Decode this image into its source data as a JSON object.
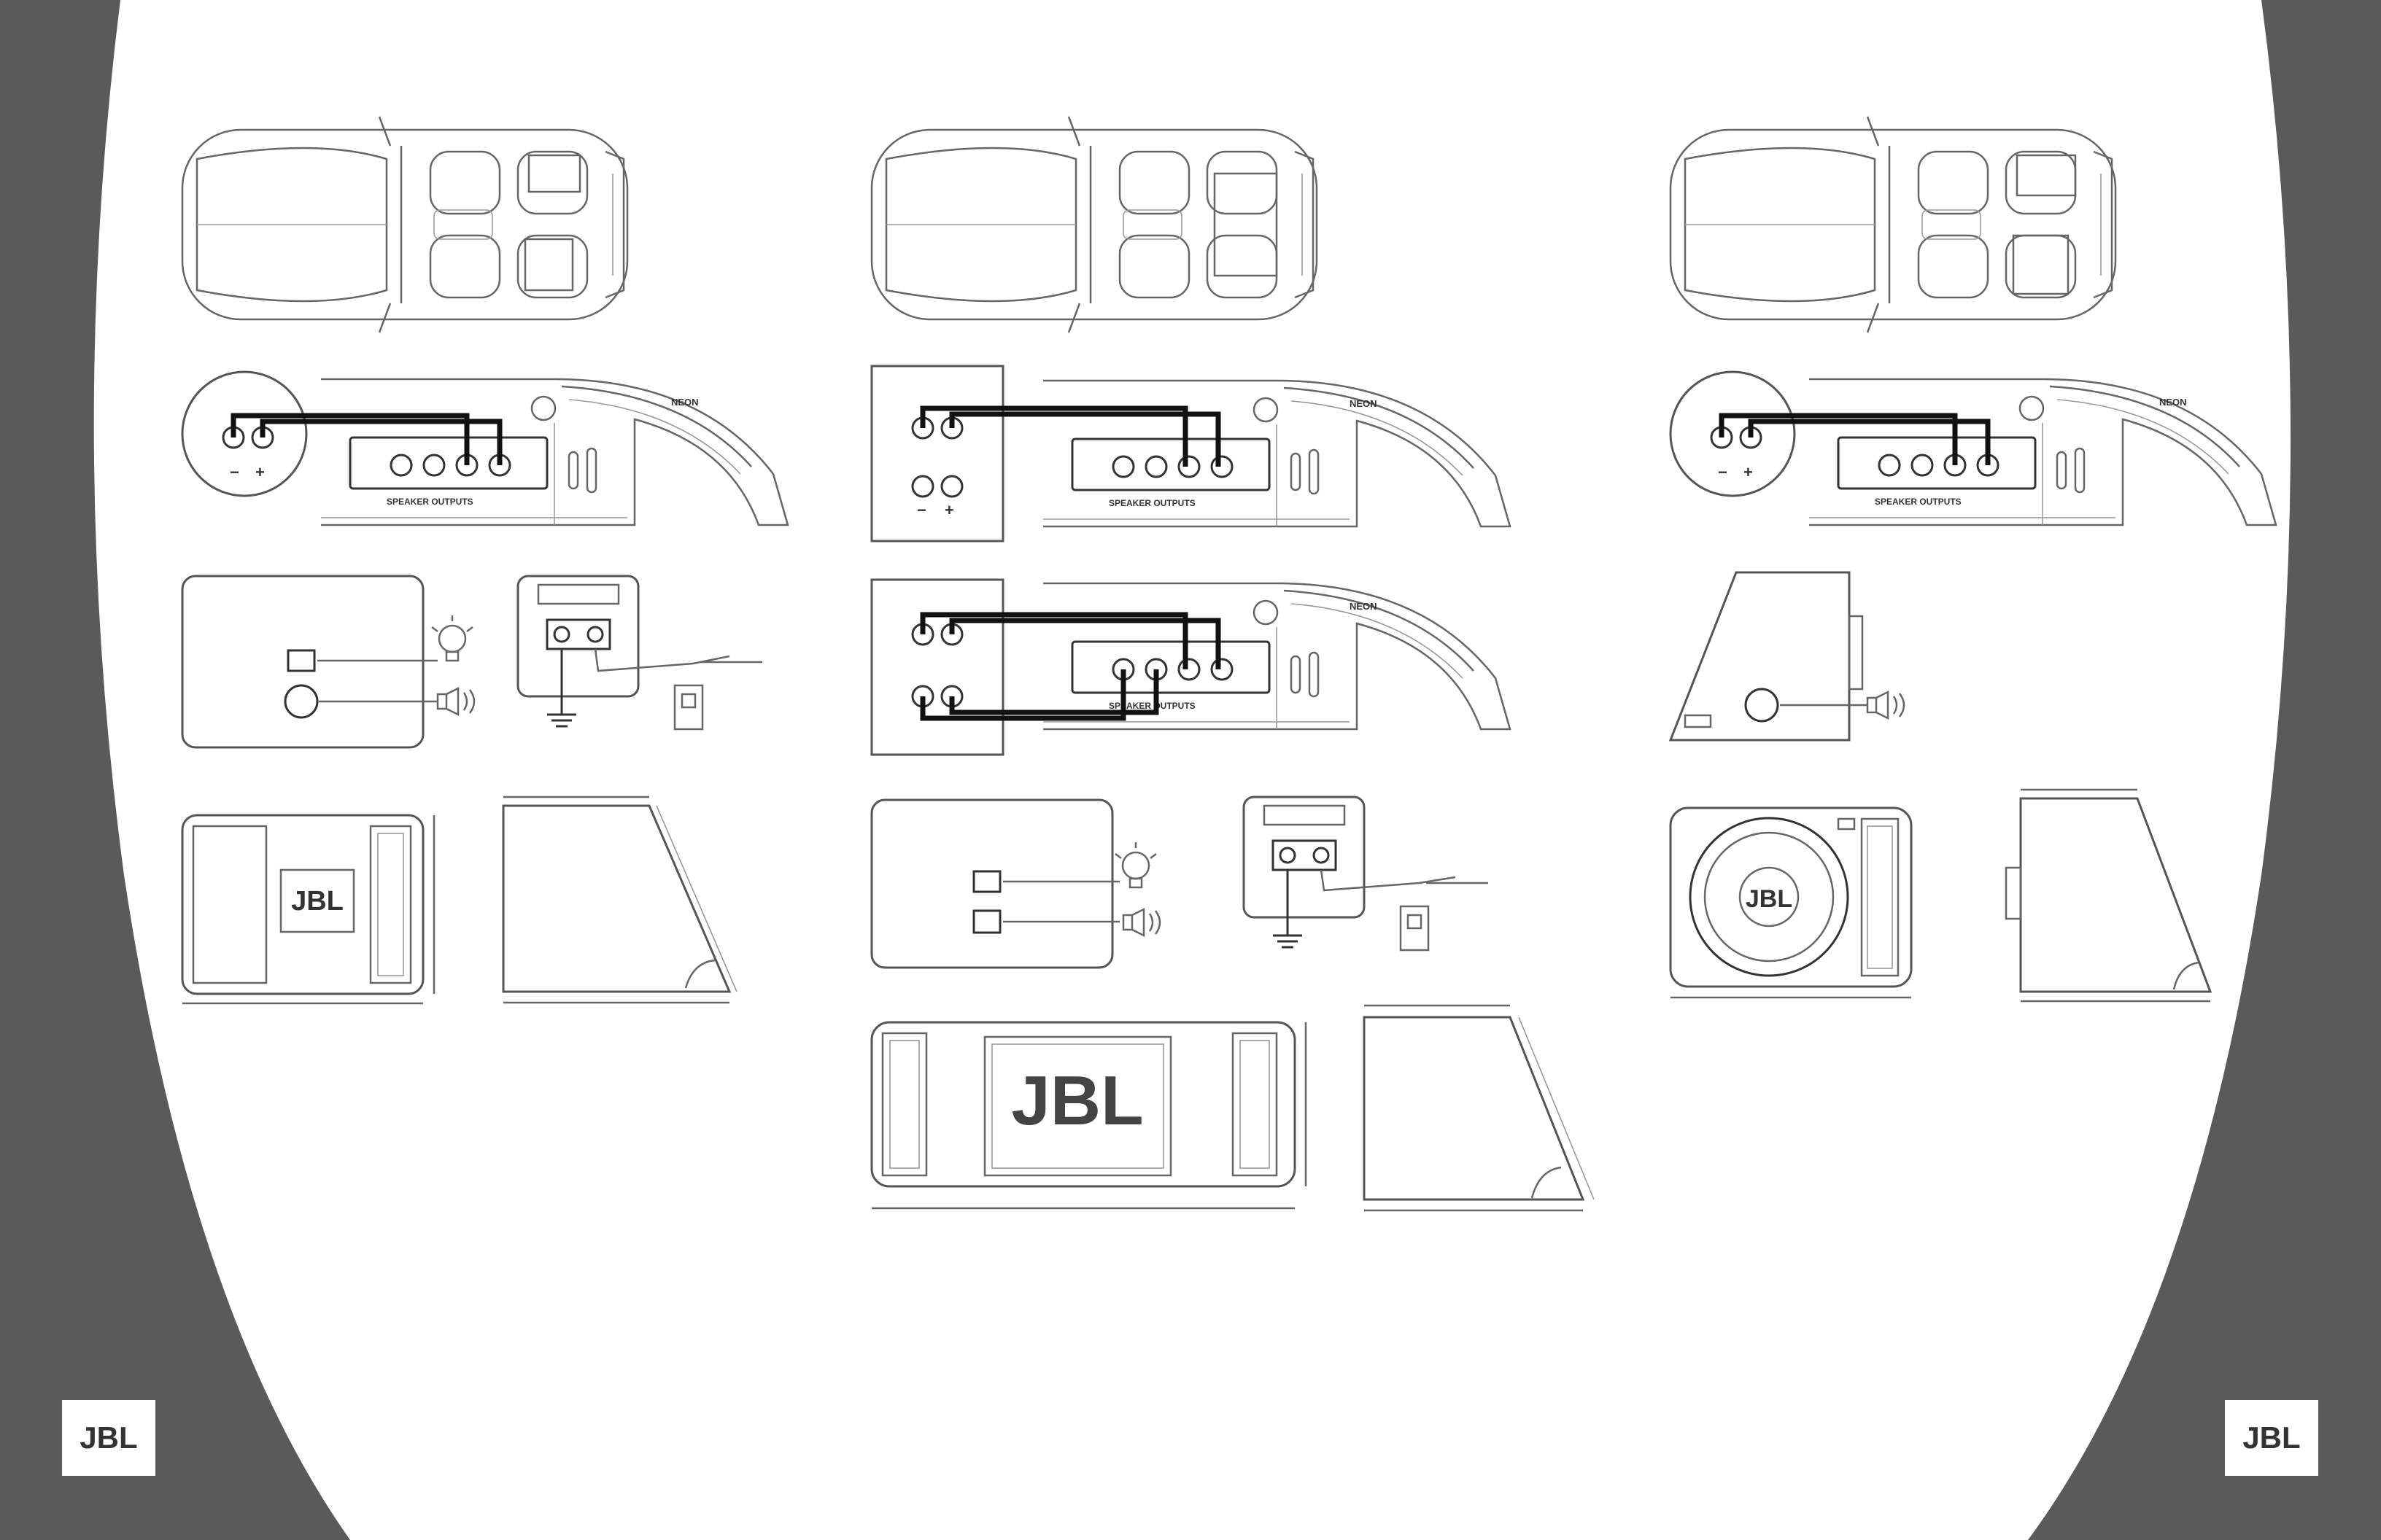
{
  "brand": {
    "logo_text": "JBL",
    "page_bg": "#ffffff",
    "side_bg": "#5a5a5a"
  },
  "amp_labels": {
    "neon": "NEON",
    "speaker_outputs": "SPEAKER OUTPUTS"
  },
  "terminal_signs": {
    "plus": "+",
    "minus": "−"
  },
  "enclosure_logo": "JBL"
}
